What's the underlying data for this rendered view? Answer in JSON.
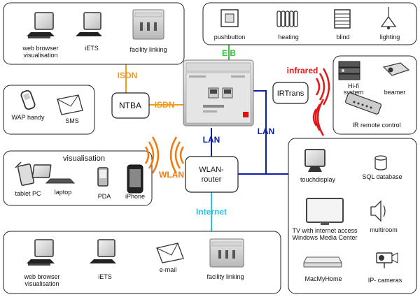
{
  "colors": {
    "isdn": "#f29a1a",
    "eib": "#36c43a",
    "lan": "#0d1fa8",
    "wlan": "#f27a0c",
    "infrared": "#e01818",
    "internet": "#27c3e6",
    "box_stroke": "#222222",
    "device_dark": "#333333"
  },
  "top_left": {
    "web_browser_label": "web browser\nvisualisation",
    "iets_label": "iETS",
    "facility_linking_label": "facility linking"
  },
  "top_right": {
    "pushbutton_label": "pushbutton",
    "heating_label": "heating",
    "blind_label": "blind",
    "lighting_label": "lighting"
  },
  "mobile_box": {
    "wap_label": "WAP handy",
    "sms_label": "SMS"
  },
  "visualisation_box": {
    "title": "visualisation",
    "tablet_label": "tablet PC",
    "laptop_label": "laptop",
    "pda_label": "PDA",
    "iphone_label": "iPhone"
  },
  "ir_box": {
    "hifi_label": "Hi-fi\nsystem",
    "beamer_label": "beamer",
    "remote_label": "IR remote control"
  },
  "right_box": {
    "touchdisplay_label": "touchdisplay",
    "sql_label": "SQL database",
    "tv_label": "TV with internet access\nWindows Media Center",
    "multiroom_label": "multiroom",
    "macmyhome_label": "MacMyHome",
    "ip_cameras_label": "IP- cameras"
  },
  "bottom_box": {
    "web_browser_label": "web browser\nvisualisation",
    "iets_label": "iETS",
    "email_label": "e-mail",
    "facility_linking_label": "facility linking"
  },
  "nodes": {
    "ntba_label": "NTBA",
    "irtrans_label": "IRTrans",
    "router_label": "WLAN-\nrouter"
  },
  "connections": {
    "isdn_top": "ISDN",
    "isdn_right": "ISDN",
    "eib": "EIB",
    "lan_center": "LAN",
    "lan_right": "LAN",
    "wlan": "WLAN",
    "infrared": "infrared",
    "internet": "Internet"
  }
}
